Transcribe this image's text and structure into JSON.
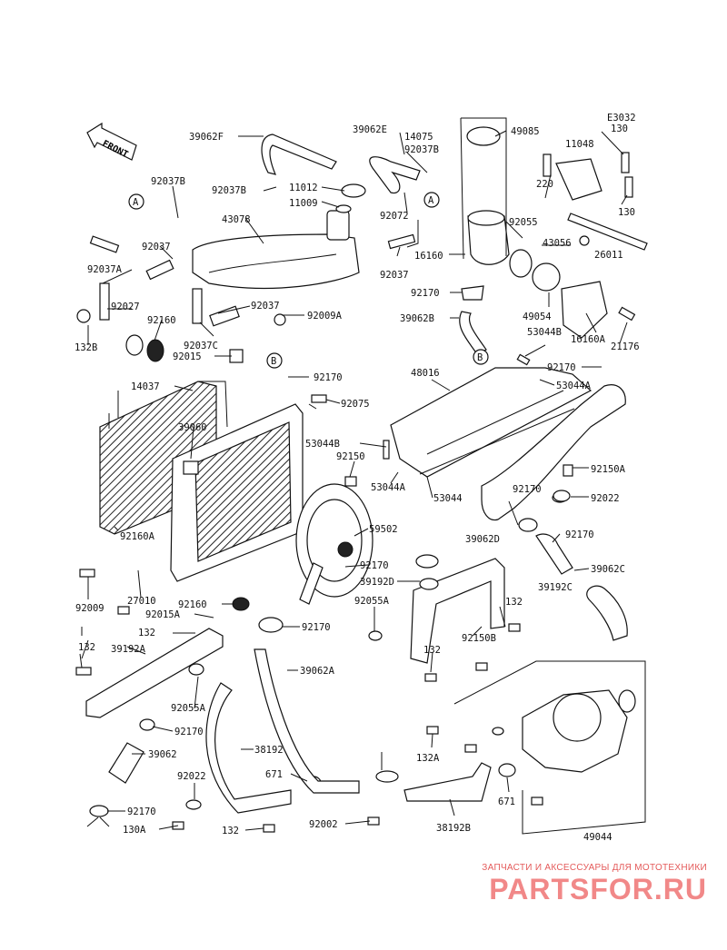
{
  "diagram": {
    "code": "E3032",
    "front_label": "FRONT",
    "callouts": [
      "A",
      "A",
      "B",
      "B"
    ],
    "parts": [
      "39062F",
      "92037B",
      "92037B",
      "11012",
      "11009",
      "43078",
      "92037",
      "92037A",
      "92037",
      "92037C",
      "92027",
      "132B",
      "92160",
      "92015",
      "92009A",
      "39062E",
      "14075",
      "92037B",
      "92072",
      "92037",
      "16160",
      "49085",
      "92055",
      "92170",
      "39062B",
      "49054",
      "11048",
      "130",
      "220",
      "130",
      "43056",
      "26011",
      "16160A",
      "21176",
      "53044B",
      "92170",
      "53044A",
      "48016",
      "53044B",
      "53044A",
      "53044",
      "92150",
      "92150A",
      "92022",
      "92170",
      "39062D",
      "92170",
      "39192C",
      "39062C",
      "14037",
      "39060",
      "92160A",
      "92009",
      "27010",
      "92160",
      "92015A",
      "132",
      "92170",
      "92075",
      "59502",
      "92170",
      "39192D",
      "92055A",
      "132",
      "92150B",
      "132",
      "132",
      "39192A",
      "92055A",
      "92170",
      "39062",
      "92170",
      "130A",
      "92022",
      "132",
      "38192",
      "671",
      "39062A",
      "92170",
      "92002",
      "38192B",
      "132A",
      "671",
      "49044"
    ]
  },
  "watermark": {
    "subtitle": "ЗАПЧАСТИ И АКСЕССУАРЫ ДЛЯ МОТОТЕХНИКИ",
    "logo": "PARTSFOR.RU"
  }
}
